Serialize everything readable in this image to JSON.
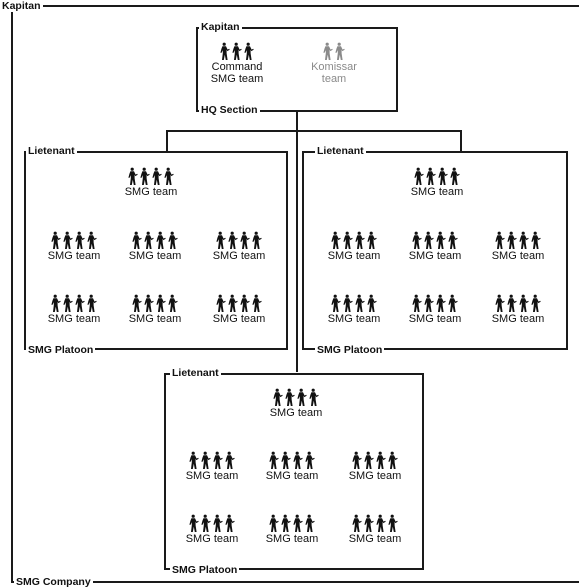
{
  "company": {
    "top_label": "Kapitan",
    "bottom_label": "SMG Company"
  },
  "hq": {
    "top_label": "Kapitan",
    "bottom_label": "HQ Section",
    "command_team": "Command\nSMG team",
    "komissar_team": "Komissar\nteam"
  },
  "platoons": [
    {
      "top_label": "Lietenant",
      "bottom_label": "SMG Platoon",
      "teams": [
        "SMG team",
        "SMG team",
        "SMG team",
        "SMG team",
        "SMG team",
        "SMG team",
        "SMG team"
      ]
    },
    {
      "top_label": "Lietenant",
      "bottom_label": "SMG Platoon",
      "teams": [
        "SMG team",
        "SMG team",
        "SMG team",
        "SMG team",
        "SMG team",
        "SMG team",
        "SMG team"
      ]
    },
    {
      "top_label": "Lietenant",
      "bottom_label": "SMG Platoon",
      "teams": [
        "SMG team",
        "SMG team",
        "SMG team",
        "SMG team",
        "SMG team",
        "SMG team",
        "SMG team"
      ]
    }
  ],
  "colors": {
    "line": "#1a1a1a",
    "soldier": "#111111",
    "komissar": "#8a8a8a"
  },
  "icons": {
    "soldier": "soldier-silhouette-icon"
  }
}
